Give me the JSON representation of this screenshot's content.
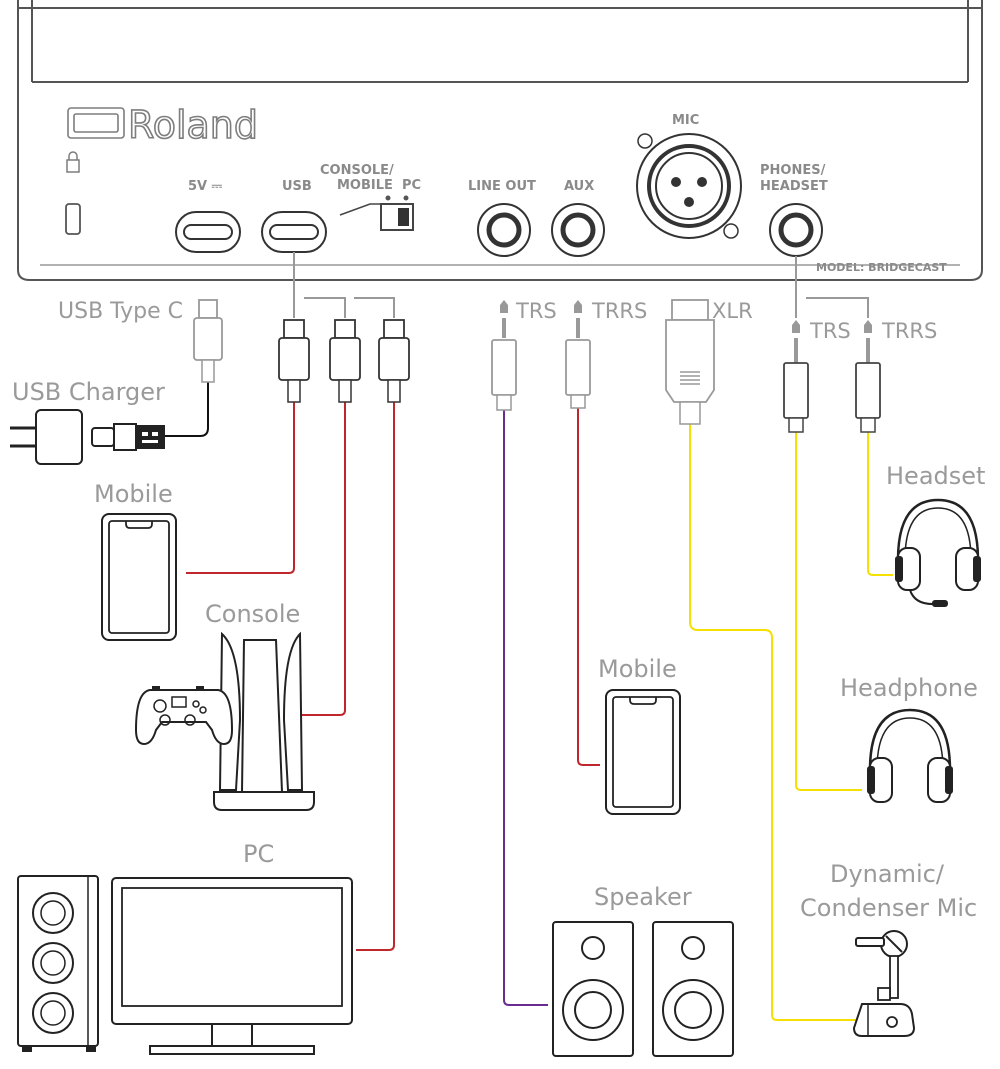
{
  "device": {
    "brand": "Roland",
    "model": "MODEL: BRIDGECAST",
    "ports": {
      "power": "5V ⎓",
      "usb": "USB",
      "switch_label_1": "CONSOLE/",
      "switch_label_2": "MOBILE",
      "switch_label_pc": "PC",
      "line_out": "LINE OUT",
      "aux": "AUX",
      "mic": "MIC",
      "phones_1": "PHONES/",
      "phones_2": "HEADSET"
    }
  },
  "cables": {
    "usb_type_c": "USB Type C",
    "trs_1": "TRS",
    "trrs_1": "TRRS",
    "xlr": "XLR",
    "trs_2": "TRS",
    "trrs_2": "TRRS"
  },
  "devices": {
    "usb_charger": "USB Charger",
    "mobile_left": "Mobile",
    "console": "Console",
    "pc": "PC",
    "mobile_mid": "Mobile",
    "speaker": "Speaker",
    "headset": "Headset",
    "headphone": "Headphone",
    "mic_line1": "Dynamic/",
    "mic_line2": "Condenser Mic"
  },
  "colors": {
    "usb_cable": "#c0272d",
    "line_out_cable": "#6b2c8f",
    "aux_cable": "#c0272d",
    "mic_cable": "#f5e000",
    "phones_cable": "#f5e000",
    "power_cable": "#111111"
  }
}
